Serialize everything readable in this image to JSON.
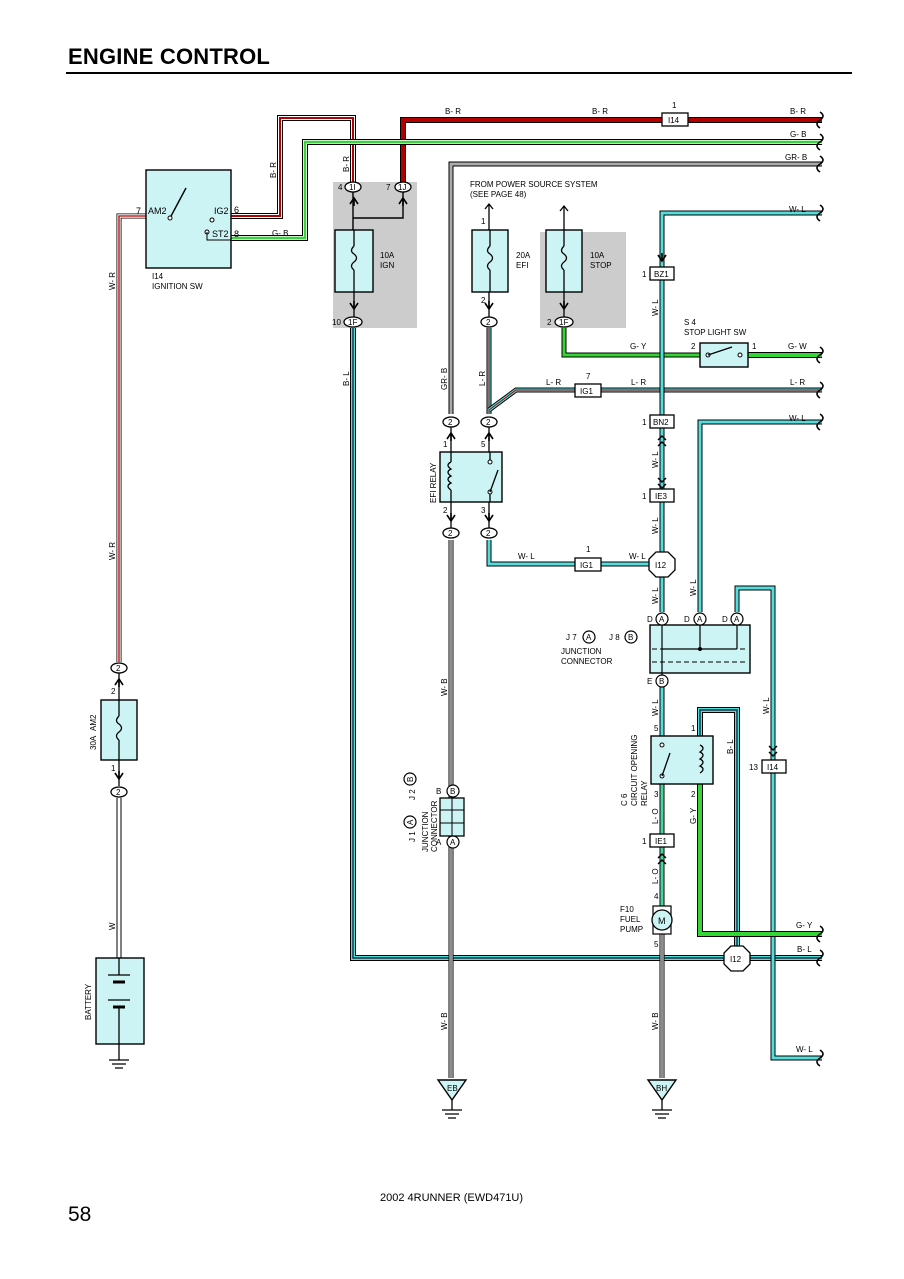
{
  "page": {
    "title": "ENGINE CONTROL",
    "page_number": "58",
    "doc_id": "2002 4RUNNER (EWD471U)"
  },
  "colors": {
    "box_fill": "#ccf4f4",
    "fuse_bg": "#cccccc",
    "red": "#b00000",
    "green": "#33d633",
    "cyan": "#55dddd",
    "dark_slate": "#223344"
  },
  "components": {
    "ignition_sw": {
      "code": "I14",
      "name": "IGNITION SW",
      "am2": "AM2",
      "ig2": "IG2",
      "st2": "ST2",
      "pin_am2": "7",
      "pin_ig2": "6",
      "pin_st2": "8"
    },
    "fuse_ign": {
      "rating": "10A",
      "name": "IGN",
      "top_pin_a": "4",
      "top_conn_a": "1I",
      "top_pin_b": "7",
      "top_conn_b": "1J",
      "bottom_pin": "10",
      "bottom_conn": "1F"
    },
    "fuse_efi": {
      "rating": "20A",
      "name": "EFI",
      "top_pin": "1",
      "bottom_pin": "2",
      "bottom_conn": "2"
    },
    "fuse_stop": {
      "rating": "10A",
      "name": "STOP",
      "bottom_pin": "2",
      "bottom_conn": "1F"
    },
    "power_source_note": {
      "line1": "FROM POWER SOURCE SYSTEM",
      "line2": "(SEE PAGE 48)"
    },
    "stop_light_sw": {
      "code": "S 4",
      "name": "STOP LIGHT SW",
      "pin_left": "2",
      "pin_right": "1"
    },
    "efi_relay": {
      "name": "EFI RELAY",
      "pin1": "1",
      "pin5": "5",
      "pin2": "2",
      "pin3": "3",
      "conn_tl": "2",
      "conn_tr": "2",
      "conn_bl": "2",
      "conn_br": "2"
    },
    "junction_j7_j8": {
      "j7": "J 7",
      "j8": "J 8",
      "a": "A",
      "b": "B",
      "name_line1": "JUNCTION",
      "name_line2": "CONNECTOR",
      "d1": "D",
      "a1": "A",
      "d2": "D",
      "a2": "A",
      "d3": "D",
      "a3": "A",
      "e": "E",
      "e_b": "B"
    },
    "junction_j1_j2": {
      "j1": "J 1",
      "j2": "J 2",
      "a": "A",
      "b": "B",
      "name_line1": "JUNCTION",
      "name_line2": "CONNECTOR",
      "top_label": "B",
      "top_pin": "B",
      "bottom_label": "A",
      "bottom_pin": "A"
    },
    "circuit_opening_relay": {
      "code": "C 6",
      "name_line1": "CIRCUIT OPENING",
      "name_line2": "RELAY",
      "pin5": "5",
      "pin1": "1",
      "pin3": "3",
      "pin2": "2"
    },
    "fuel_pump": {
      "code": "F10",
      "name_line1": "FUEL",
      "name_line2": "PUMP",
      "symbol": "M",
      "pin4": "4",
      "pin5": "5"
    },
    "fuse_am2": {
      "rating": "30A",
      "name": "AM2",
      "top_conn": "2",
      "top_pin": "2",
      "bottom_pin": "1",
      "bottom_conn": "2"
    },
    "battery": {
      "name": "BATTERY"
    }
  },
  "connectors": {
    "i14_top": {
      "pin": "1",
      "code": "I14"
    },
    "bz1": {
      "pin": "1",
      "code": "BZ1"
    },
    "ig1_top": {
      "pin": "7",
      "code": "IG1"
    },
    "bn2": {
      "pin": "1",
      "code": "BN2"
    },
    "ie3": {
      "pin": "1",
      "code": "IE3"
    },
    "ig1_mid": {
      "pin": "1",
      "code": "IG1"
    },
    "i12_mid": {
      "code": "I12"
    },
    "ie1": {
      "pin": "1",
      "code": "IE1"
    },
    "i14_right": {
      "pin": "13",
      "code": "I14"
    },
    "i12_bottom": {
      "code": "I12"
    }
  },
  "grounds": {
    "eb": "EB",
    "bh": "BH"
  },
  "wire_labels": {
    "br_top1": "B- R",
    "br_top2": "B- R",
    "br_right": "B- R",
    "gb_right": "G- B",
    "grb_right": "GR- B",
    "br_ig2": "B- R",
    "gb_st2": "G- B",
    "br_fuse": "B- R",
    "wl_right1": "W- L",
    "wl_bz1": "W- L",
    "gy_stop": "G- Y",
    "gw_right": "G- W",
    "lr_efi": "L- R",
    "lr_ig1_left": "L- R",
    "lr_ig1_right": "L- R",
    "lr_right": "L- R",
    "wl_right2": "W- L",
    "wl_bn2": "W- L",
    "wl_ie3": "W- L",
    "wl_relay": "W- L",
    "wl_i12": "W- L",
    "wl_below_i12": "W- L",
    "wl_vert_a": "W- L",
    "wl_vert_right": "W- L",
    "grb_vert": "GR- B",
    "bl_vert": "B- L",
    "wr_top": "W- R",
    "wr_mid": "W- R",
    "wb_mid": "W- B",
    "wb_low": "W- B",
    "w_batt": "W",
    "wl_e": "W- L",
    "bl_cor": "B- L",
    "gy_cor": "G- Y",
    "lo_cor": "L- O",
    "lo_pump": "L- O",
    "wb_pump": "W- B",
    "gy_right": "G- Y",
    "bl_right": "B- L",
    "wl_bottom": "W- L"
  }
}
